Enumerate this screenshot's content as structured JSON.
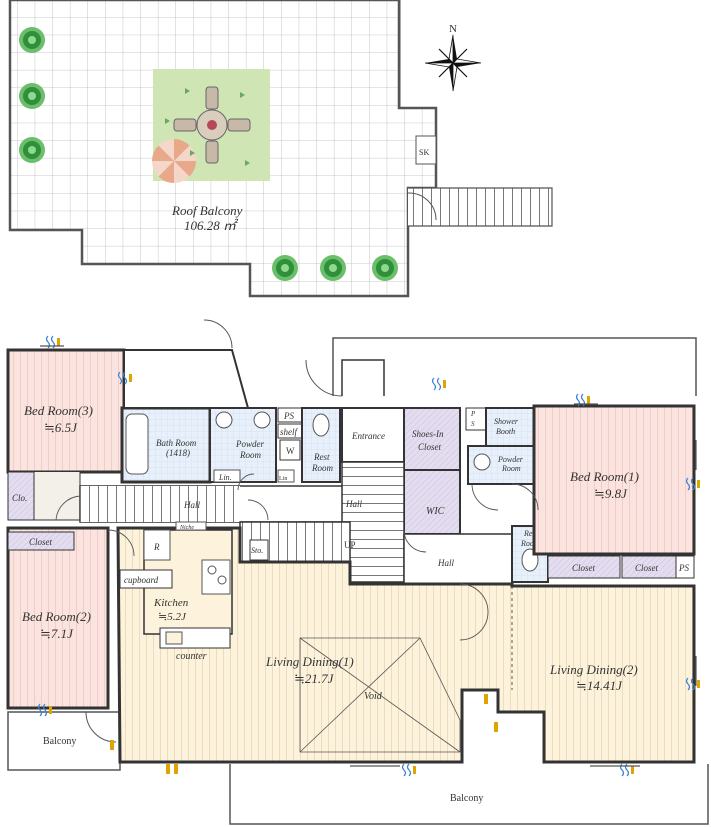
{
  "compass": {
    "north": "N"
  },
  "roof": {
    "name": "Roof Balcony",
    "area": "106.28 ㎡",
    "sk": "SK"
  },
  "rooms": {
    "bed3": {
      "name": "Bed Room(3)",
      "size": "≒6.5J"
    },
    "bed2": {
      "name": "Bed Room(2)",
      "size": "≒7.1J"
    },
    "bed1": {
      "name": "Bed Room(1)",
      "size": "≒9.8J"
    },
    "kitchen": {
      "name": "Kitchen",
      "size": "≒5.2J"
    },
    "ld1": {
      "name": "Living Dining(1)",
      "size": "≒21.7J"
    },
    "ld2": {
      "name": "Living Dining(2)",
      "size": "≒14.41J"
    }
  },
  "labels": {
    "bath": "Bath Room",
    "bath_code": "(1418)",
    "powder": "Powder",
    "room": "Room",
    "ps": "PS",
    "shelf": "shelf",
    "w": "W",
    "rest": "Rest",
    "lin": "Lin.",
    "lin2": "Lin",
    "entrance": "Entrance",
    "shoes_in": "Shoes-In",
    "closet": "Closet",
    "shower": "Shower",
    "booth": "Booth",
    "wic": "WIC",
    "hall": "Hall",
    "up": "UP",
    "niche": "Niche",
    "sto": "Sto.",
    "r": "R",
    "cupboard": "cupboard",
    "counter": "counter",
    "void": "Void",
    "clo": "Clo.",
    "p": "P",
    "s": "S",
    "balcony": "Balcony"
  }
}
